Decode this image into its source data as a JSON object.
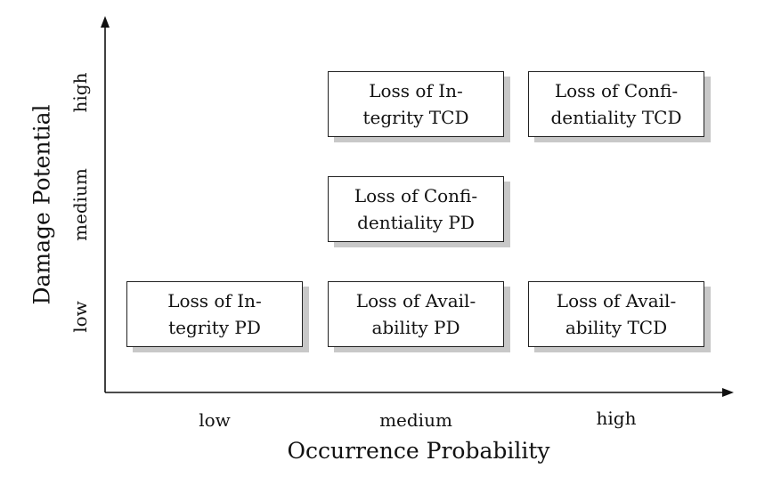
{
  "axes": {
    "x_label": "Occurrence Probability",
    "y_label": "Damage Potential",
    "x_ticks": [
      "low",
      "medium",
      "high"
    ],
    "y_ticks": [
      "low",
      "medium",
      "high"
    ]
  },
  "boxes": [
    {
      "id": "loss-of-integrity-pd",
      "x": "low",
      "y": "low",
      "lines": [
        "Loss of In-",
        "tegrity PD"
      ]
    },
    {
      "id": "loss-of-availability-pd",
      "x": "medium",
      "y": "low",
      "lines": [
        "Loss of Avail-",
        "ability PD"
      ]
    },
    {
      "id": "loss-of-availability-tcd",
      "x": "high",
      "y": "low",
      "lines": [
        "Loss of Avail-",
        "ability TCD"
      ]
    },
    {
      "id": "loss-of-confidentiality-pd",
      "x": "medium",
      "y": "medium",
      "lines": [
        "Loss of Confi-",
        "dentiality PD"
      ]
    },
    {
      "id": "loss-of-integrity-tcd",
      "x": "medium",
      "y": "high",
      "lines": [
        "Loss of In-",
        "tegrity TCD"
      ]
    },
    {
      "id": "loss-of-confidentiality-tcd",
      "x": "high",
      "y": "high",
      "lines": [
        "Loss of Confi-",
        "dentiality TCD"
      ]
    }
  ]
}
